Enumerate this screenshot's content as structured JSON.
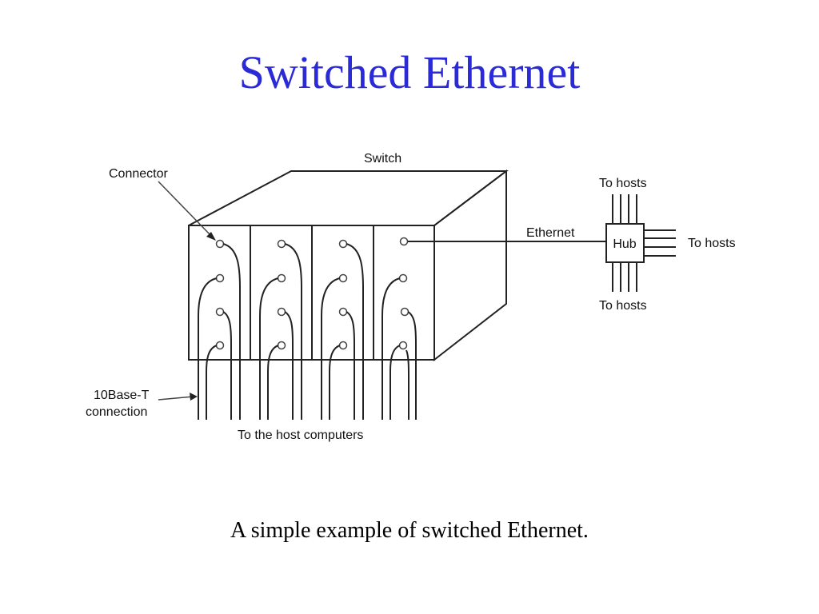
{
  "slide": {
    "title": "Switched Ethernet",
    "caption": "A simple example of switched Ethernet."
  },
  "diagram": {
    "labels": {
      "switch": "Switch",
      "connector": "Connector",
      "ethernet": "Ethernet",
      "hub": "Hub",
      "to_hosts_top": "To hosts",
      "to_hosts_right": "To hosts",
      "to_hosts_bottom": "To hosts",
      "tenbase_line1": "10Base-T",
      "tenbase_line2": "connection",
      "host_computers": "To the host computers"
    },
    "switch_cards": 4,
    "connectors_per_card": 4
  },
  "colors": {
    "title": "#2a2ad6",
    "line": "#222222"
  }
}
